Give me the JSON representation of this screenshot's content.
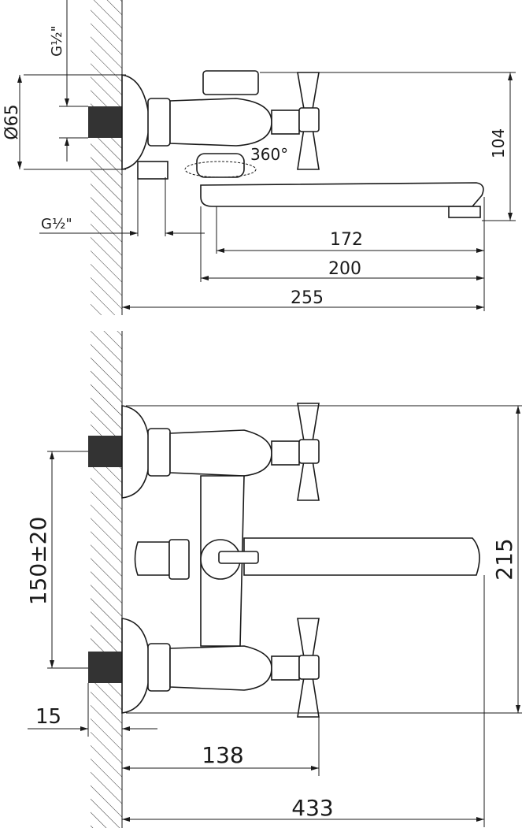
{
  "side_view": {
    "thread_top": "G½\"",
    "flange_diameter": "Ø65",
    "thread_bottom": "G½\"",
    "swivel_angle": "360°",
    "height": "104",
    "spout_reach": "172",
    "spout_length": "200",
    "total_depth": "255"
  },
  "front_view": {
    "center_distance": "150±20",
    "total_height": "215",
    "wall_offset": "15",
    "handle_offset": "138",
    "total_width": "433"
  }
}
